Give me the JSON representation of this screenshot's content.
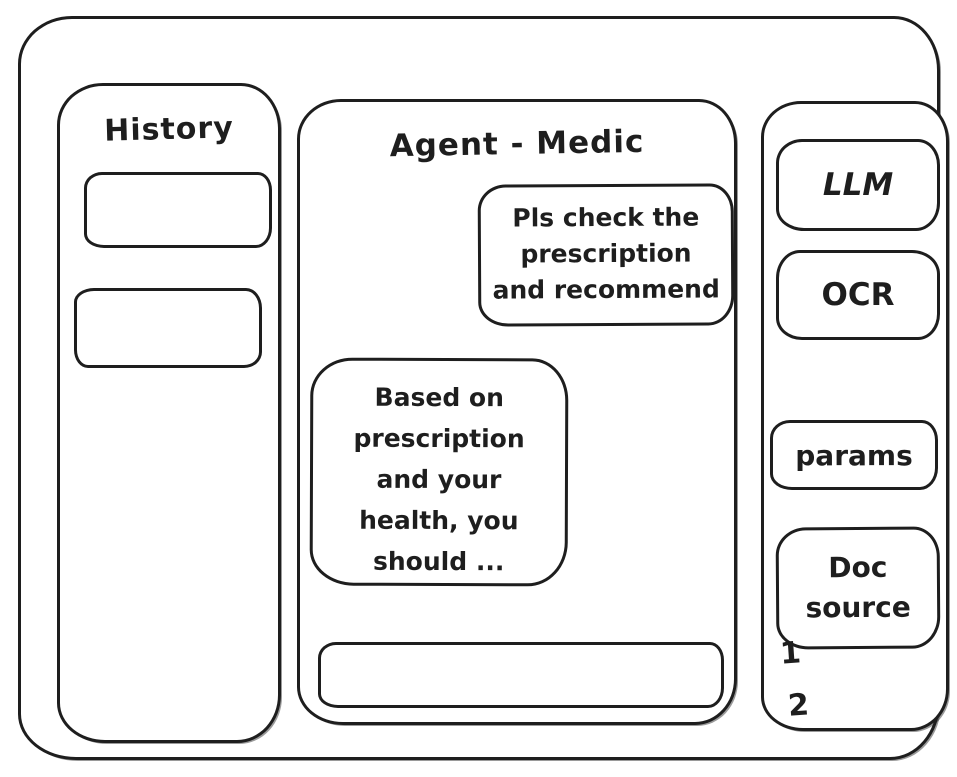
{
  "colors": {
    "ink": "#1e1e1e",
    "background": "#ffffff"
  },
  "history_panel": {
    "title": "History",
    "items": [
      {
        "label": ""
      },
      {
        "label": ""
      }
    ]
  },
  "chat_panel": {
    "title": "Agent - Medic",
    "messages": [
      {
        "role": "user",
        "align": "right",
        "text": "Pls check the prescription and recommend",
        "lines": [
          "Pls check the",
          "prescription",
          "and recommend"
        ]
      },
      {
        "role": "assistant",
        "align": "left",
        "text": "Based on prescription and your health, you should ...",
        "lines": [
          "Based on",
          "prescription",
          "and your",
          "health, you",
          "should ..."
        ]
      }
    ],
    "input": {
      "value": "",
      "placeholder": ""
    }
  },
  "tools_panel": {
    "llm_button": "LLM",
    "ocr_button": "OCR",
    "params_button": "params",
    "doc_source": {
      "label": "Doc source",
      "lines": [
        "Doc",
        "source"
      ],
      "items": [
        "1",
        "2"
      ]
    }
  }
}
